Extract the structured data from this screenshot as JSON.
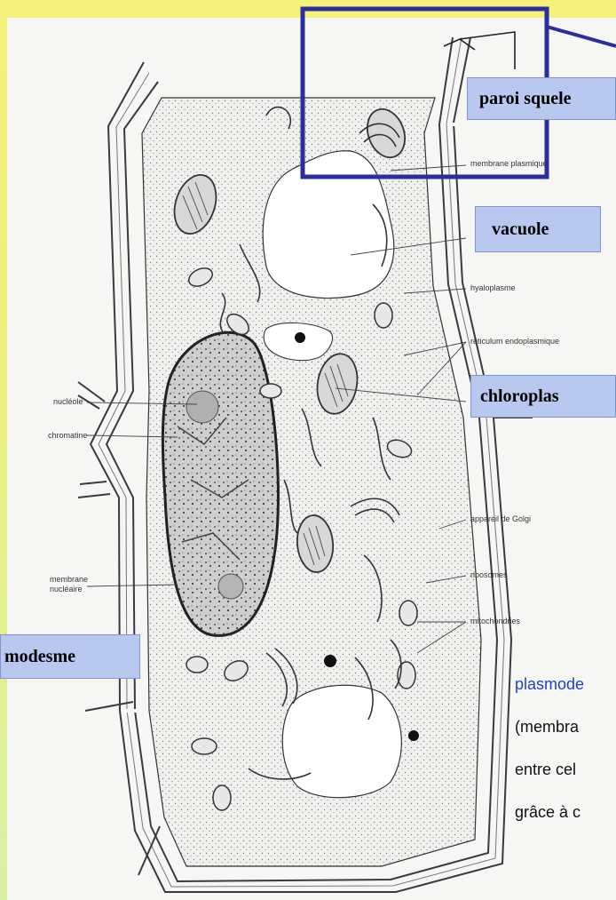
{
  "colors": {
    "tag_fill": "#b8c8ee",
    "tag_border": "#7f95cf",
    "highlight_box": "#2b2e9c",
    "note_blue": "#1f3fd2",
    "note_black": "#111111"
  },
  "tags": {
    "paroi": "paroi squele",
    "vacuole": "vacuole",
    "chloroplaste": "chloroplas",
    "plasmodesme": "modesme"
  },
  "diagram_labels": {
    "membrane_plasmique": "membrane plasmique",
    "hyaloplasme": "hyaloplasme",
    "reticulum": "réticulum endoplasmique",
    "nucleole": "nucléole",
    "chromatine": "chromatine",
    "membrane_nucleaire_1": "membrane",
    "membrane_nucleaire_2": "nucléaire",
    "golgi": "appareil de Golgi",
    "ribosomes": "ribosomes",
    "mitochondries": "mitochondries"
  },
  "notes": {
    "line1": "plasmode",
    "line2": "(membra",
    "line3": "entre cel",
    "line4": "grâce à c"
  }
}
